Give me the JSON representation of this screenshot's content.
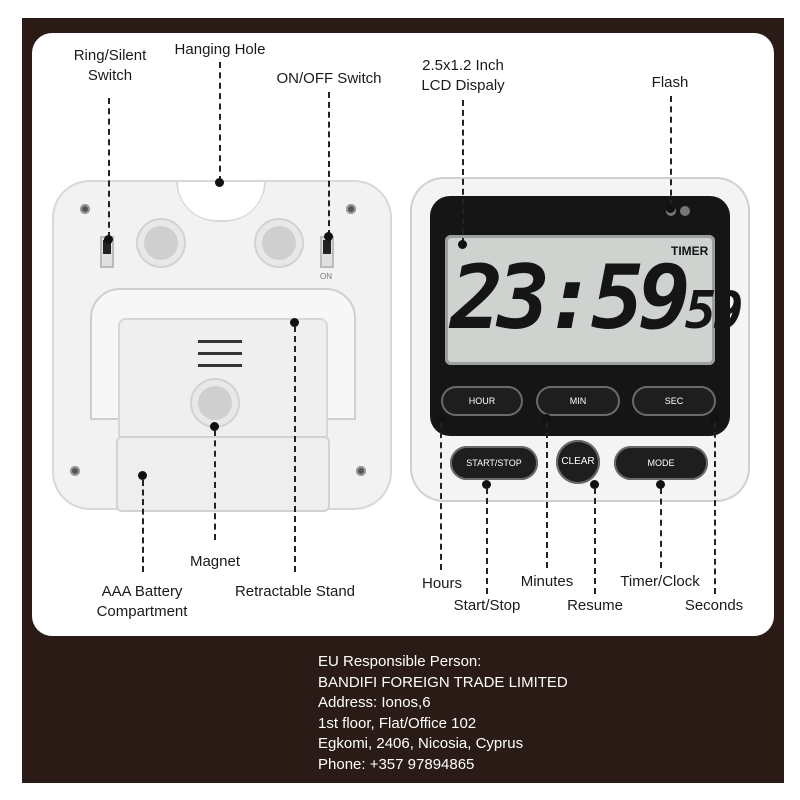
{
  "labels": {
    "ring_silent": [
      "Ring/Silent",
      "Switch"
    ],
    "hanging_hole": "Hanging Hole",
    "on_off": "ON/OFF Switch",
    "lcd": [
      "2.5x1.2 Inch",
      "LCD Dispaly"
    ],
    "flash": "Flash",
    "magnet": "Magnet",
    "aaa_battery": [
      "AAA Battery",
      "Compartment"
    ],
    "retractable_stand": "Retractable Stand",
    "hours": "Hours",
    "start_stop": "Start/Stop",
    "minutes": "Minutes",
    "resume": "Resume",
    "timer_clock": "Timer/Clock",
    "seconds": "Seconds"
  },
  "device": {
    "display_hhmm": "23:59",
    "display_ss": "59",
    "display_tag": "TIMER",
    "buttons": {
      "hour": "HOUR",
      "min": "MIN",
      "sec": "SEC",
      "start_stop": "START/STOP",
      "clear": "CLEAR",
      "mode": "MODE"
    },
    "switch_on_mark": "ON"
  },
  "footer": [
    "EU Responsible Person:",
    "BANDIFI FOREIGN TRADE LIMITED",
    "Address: Ionos,6",
    "1st floor, Flat/Office 102",
    "Egkomi, 2406, Nicosia, Cyprus",
    "Phone: +357 97894865"
  ]
}
